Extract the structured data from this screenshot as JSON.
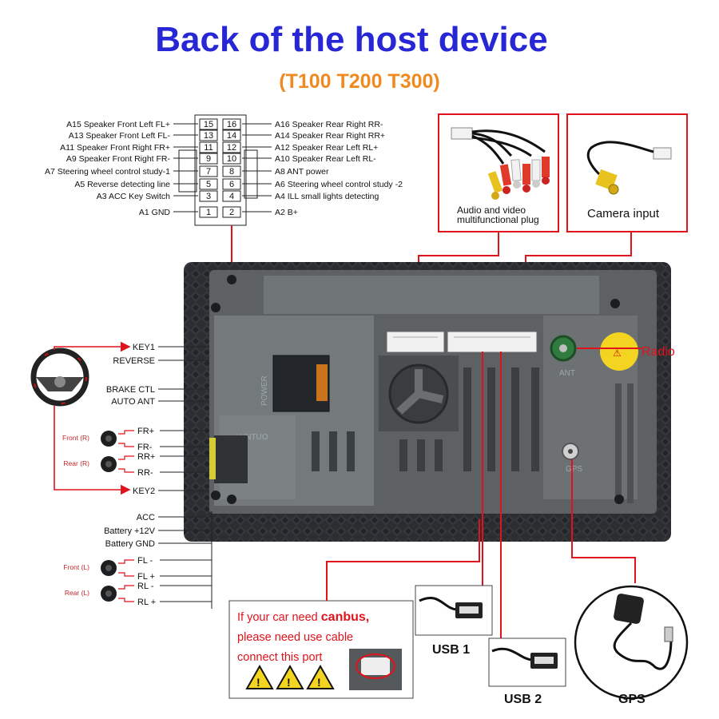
{
  "header": {
    "title": "Back of the host device",
    "subtitle": "(T100 T200 T300)"
  },
  "connector": {
    "left": [
      {
        "label": "A15  Speaker Front Left FL+",
        "pin": "15"
      },
      {
        "label": "A13  Speaker Front Left FL-",
        "pin": "13"
      },
      {
        "label": "A11  Speaker Front Right FR+",
        "pin": "11"
      },
      {
        "label": "A9   Speaker Front Right FR-",
        "pin": "9"
      },
      {
        "label": "A7   Steering wheel control study-1",
        "pin": "7"
      },
      {
        "label": "A5   Reverse detecting line",
        "pin": "5"
      },
      {
        "label": "A3  ACC Key Switch",
        "pin": "3"
      },
      {
        "label": "A1 GND",
        "pin": "1"
      }
    ],
    "right": [
      {
        "label": "A16 Speaker Rear Right RR-",
        "pin": "16"
      },
      {
        "label": "A14 Speaker Rear Right RR+",
        "pin": "14"
      },
      {
        "label": "A12 Speaker Rear Left RL+",
        "pin": "12"
      },
      {
        "label": "A10 Speaker Rear Left RL-",
        "pin": "10"
      },
      {
        "label": "A8   ANT power",
        "pin": "8"
      },
      {
        "label": "A6   Steering wheel control study -2",
        "pin": "6"
      },
      {
        "label": "A4   ILL small lights detecting",
        "pin": "4"
      },
      {
        "label": "A2   B+",
        "pin": "2"
      }
    ]
  },
  "plugs": {
    "av_label_1": "Audio and video",
    "av_label_2": "multifunctional plug",
    "camera_label": "Camera input"
  },
  "device": {
    "power_label": "POWER",
    "ant_label": "ANT",
    "gps_label": "GPS",
    "brand_label": "UNTUO"
  },
  "radio_label": "Radio",
  "wires_top": [
    {
      "label": "KEY1"
    },
    {
      "label": "REVERSE"
    },
    {
      "label": "BRAKE CTL"
    },
    {
      "label": "AUTO ANT"
    }
  ],
  "speakers_rear": [
    {
      "group": "Front (R)",
      "plus": "FR+",
      "minus": "FR-"
    },
    {
      "group": "Rear (R)",
      "plus": "RR+",
      "minus": "RR-"
    }
  ],
  "key2_label": "KEY2",
  "power_wires": [
    {
      "label": "ACC"
    },
    {
      "label": "Battery +12V"
    },
    {
      "label": "Battery GND"
    }
  ],
  "speakers_left": [
    {
      "group": "Front (L)",
      "minus": "FL -",
      "plus": "FL +"
    },
    {
      "group": "Rear (L)",
      "minus": "RL -",
      "plus": "RL +"
    }
  ],
  "canbus": {
    "line1_a": "If your car need ",
    "line1_b": "canbus,",
    "line2": "please need use cable",
    "line3": "connect this port"
  },
  "usb": {
    "usb1": "USB 1",
    "usb2": "USB 2",
    "gps": "GPS"
  },
  "colors": {
    "title": "#2727d6",
    "subtitle": "#f08a1e",
    "leader": "#e0121b",
    "device": "#6f7476",
    "device_dark": "#3c3f42"
  }
}
